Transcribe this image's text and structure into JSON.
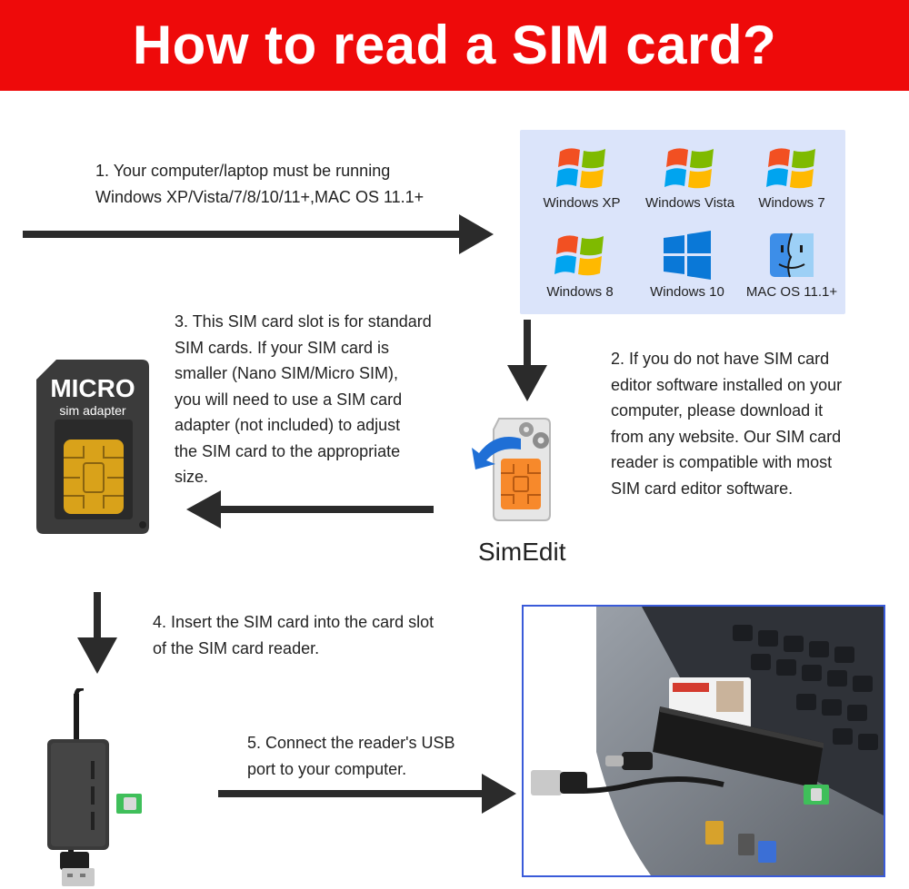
{
  "banner": {
    "title": "How to read a SIM card?"
  },
  "step1": {
    "lines": [
      "1. Your computer/laptop must be running",
      "Windows XP/Vista/7/8/10/11+,MAC OS 11.1+"
    ]
  },
  "os_panel": {
    "items": [
      {
        "label": "Windows XP",
        "icon": "windows-flag-icon"
      },
      {
        "label": "Windows Vista",
        "icon": "windows-flag-icon"
      },
      {
        "label": "Windows 7",
        "icon": "windows-flag-icon"
      },
      {
        "label": "Windows 8",
        "icon": "windows-flag-icon"
      },
      {
        "label": "Windows 10",
        "icon": "windows-10-logo-icon"
      },
      {
        "label": "MAC OS 11.1+",
        "icon": "mac-finder-icon"
      }
    ]
  },
  "step2": {
    "lines": [
      "2. If you do not have SIM card",
      "editor software installed on your",
      "computer, please download it",
      "from any website. Our SIM card",
      "reader is compatible with most",
      "SIM card editor software."
    ]
  },
  "step3": {
    "lines": [
      "3. This SIM card slot is for standard",
      "SIM cards. If your SIM card is",
      "smaller (Nano SIM/Micro SIM),",
      "you will need to use a SIM card",
      "adapter (not included) to adjust",
      "the SIM card to the appropriate",
      "size."
    ]
  },
  "sim_adapter": {
    "title": "MICRO",
    "subtitle": "sim adapter"
  },
  "simedit": {
    "label": "SimEdit"
  },
  "step4": {
    "lines": [
      "4. Insert the SIM card into the card slot",
      "of the SIM card reader."
    ]
  },
  "step5": {
    "lines": [
      "5. Connect the reader's USB",
      "port to your computer."
    ]
  },
  "colors": {
    "banner": "#ee0a0a",
    "panel": "#dbe4fa",
    "arrow": "#2b2b2b",
    "photo_border": "#3a5bd9"
  }
}
